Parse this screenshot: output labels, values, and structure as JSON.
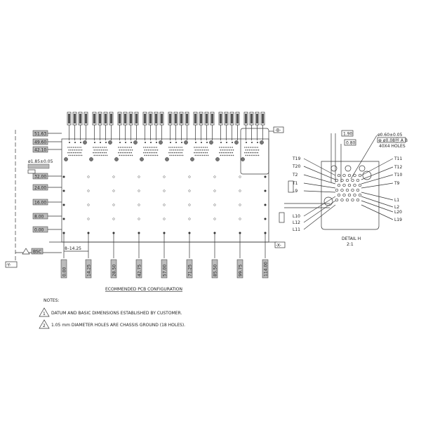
{
  "main_view": {
    "row_dims": [
      "51.63",
      "49.60",
      "42.10",
      "32.00",
      "24.00",
      "16.00",
      "8.00",
      "0.00"
    ],
    "hole_callout": "ø1.85±0.05",
    "column_dims": [
      "0.00",
      "14.25",
      "28.50",
      "42.75",
      "57.00",
      "71.25",
      "85.50",
      "99.75",
      "114.00"
    ],
    "pitch_dim": "8–14.25",
    "bsc_label": "BSC",
    "datum_y": "-Y-",
    "datum_x": "-X-",
    "datum_b": "-B-",
    "caption": "ECOMMENDED PCB CONFIGURATION"
  },
  "detail": {
    "dim_top1": "1.90",
    "dim_top2": "0.80",
    "hole_callout": "ø0.60±0.05",
    "tolerance": "⊕ ø0.08Ⓜ A B",
    "hole_count": "40X4 HOLES",
    "left_labels": [
      "T19",
      "T20",
      "T2",
      "T1",
      "L9",
      "L10",
      "L12",
      "L11"
    ],
    "right_labels": [
      "T11",
      "T12",
      "T10",
      "T9",
      "L1",
      "L2",
      "L20",
      "L19"
    ],
    "title": "DETAIL H",
    "scale": "2:1"
  },
  "notes": {
    "heading": "NOTES:",
    "items": [
      {
        "num": "1",
        "text": "DATUM AND BASIC DIMENSIONS ESTABLISHED BY CUSTOMER."
      },
      {
        "num": "2",
        "text": "1.05 mm DIAMETER HOLES ARE CHASSIS GROUND (18 HOLES)."
      }
    ]
  }
}
